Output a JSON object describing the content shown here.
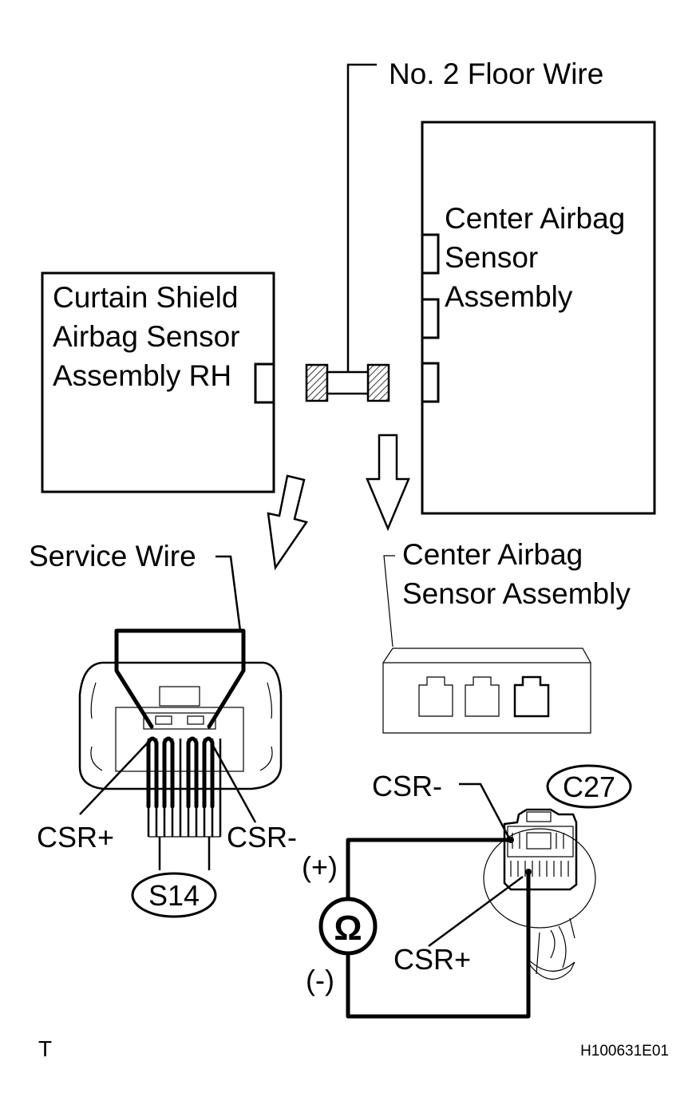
{
  "labels": {
    "floor_wire": "No. 2 Floor Wire",
    "center_sensor_top": [
      "Center Airbag",
      "Sensor",
      "Assembly"
    ],
    "curtain_sensor": [
      "Curtain Shield",
      "Airbag Sensor",
      "Assembly RH"
    ],
    "service_wire": "Service Wire",
    "center_sensor_bottom": [
      "Center Airbag",
      "Sensor Assembly"
    ],
    "csr_plus_left": "CSR+",
    "csr_minus_left": "CSR-",
    "connector_s14": "S14",
    "csr_minus_right": "CSR-",
    "connector_c27": "C27",
    "plus_terminal": "(+)",
    "minus_terminal": "(-)",
    "ohm_symbol": "Ω",
    "csr_plus_right": "CSR+",
    "corner_mark": "T",
    "figure_id": "H100631E01"
  },
  "icons": [
    "ohmmeter-icon",
    "hollow-down-arrow-icon"
  ],
  "colors": {
    "line": "#000000",
    "background": "#ffffff"
  }
}
